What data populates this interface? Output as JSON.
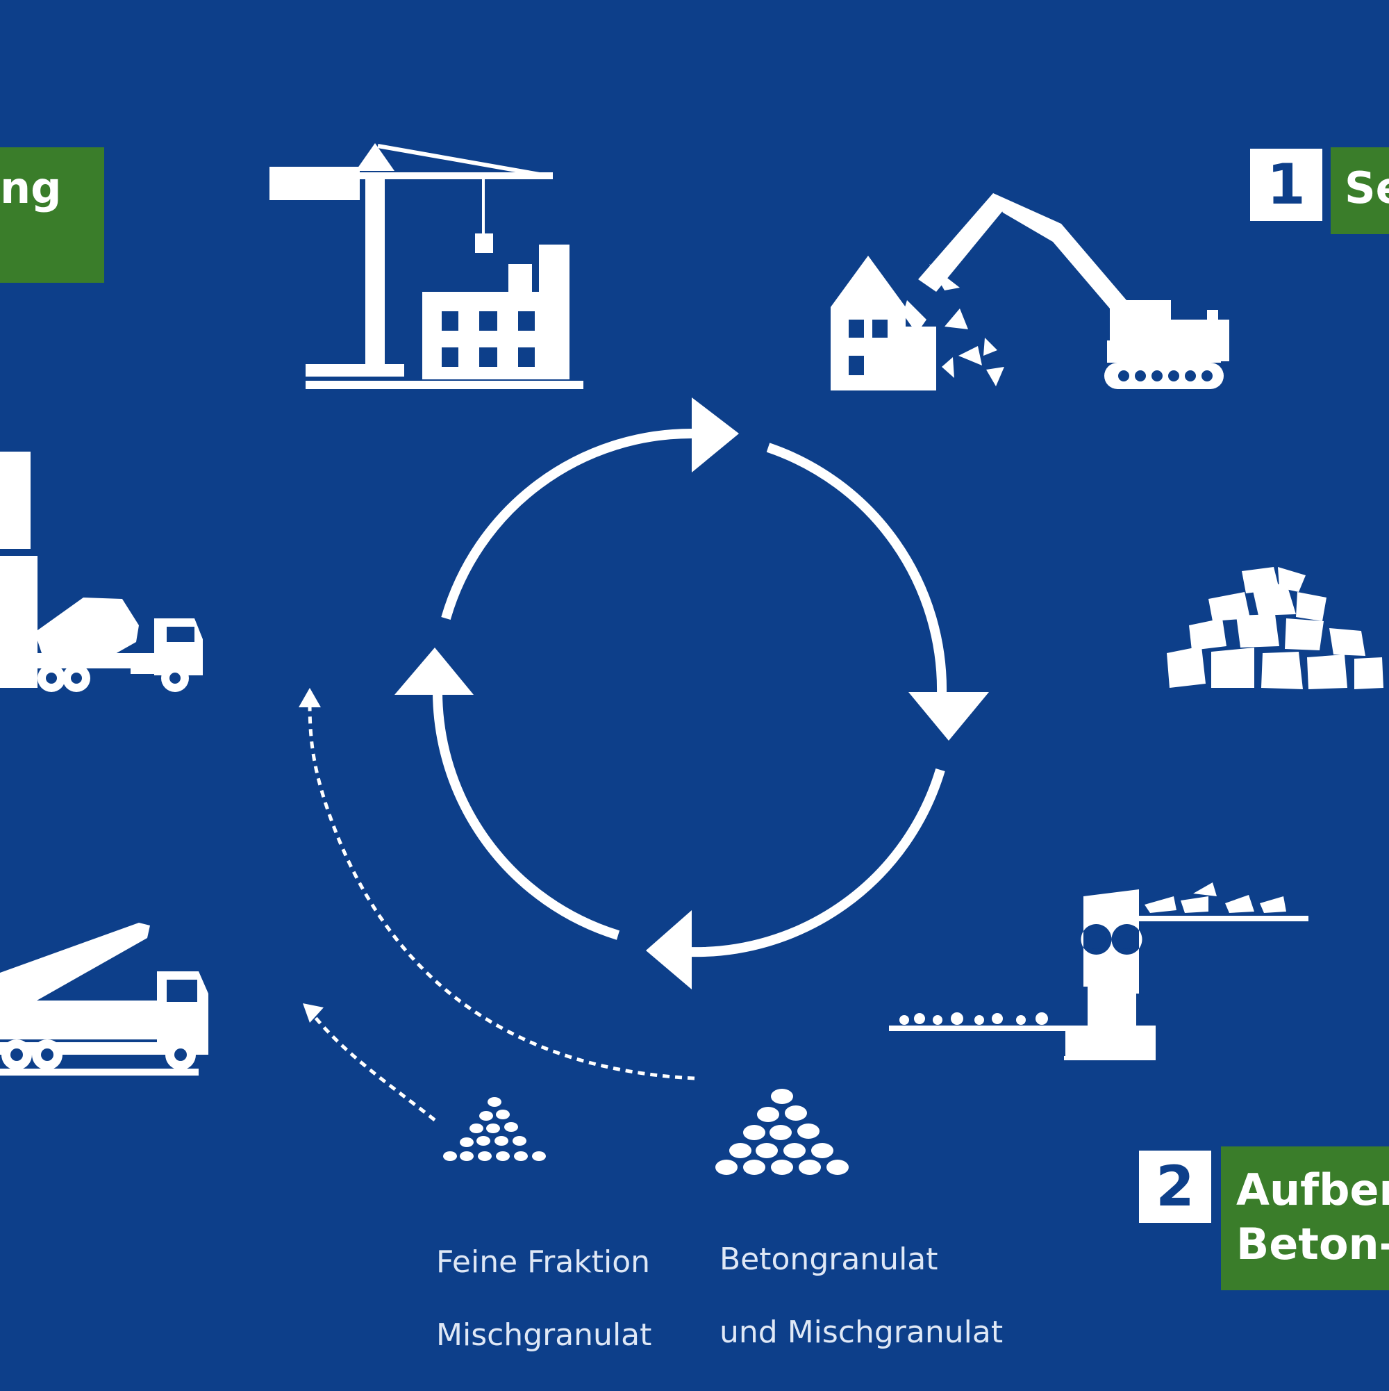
{
  "stages": {
    "stage1": {
      "number": "1",
      "label": "Se"
    },
    "stage2": {
      "number": "2",
      "label_line1": "Aufbere",
      "label_line2": "Beton-"
    },
    "stage_left": {
      "label": "ng"
    }
  },
  "captions": {
    "fine": {
      "line1": "Feine Fraktion",
      "line2": "Mischgranulat"
    },
    "coarse": {
      "line1": "Betongranulat",
      "line2": "und Mischgranulat"
    }
  },
  "colors": {
    "background": "#0d3f8a",
    "label_green": "#3a7d2a",
    "icon_white": "#ffffff"
  },
  "icons": [
    "crane-building-icon",
    "demolition-excavator-icon",
    "rubble-pile-icon",
    "crusher-conveyor-icon",
    "concrete-mixer-truck-icon",
    "dump-truck-icon",
    "granulate-pile-icon",
    "cycle-arrows-icon"
  ]
}
